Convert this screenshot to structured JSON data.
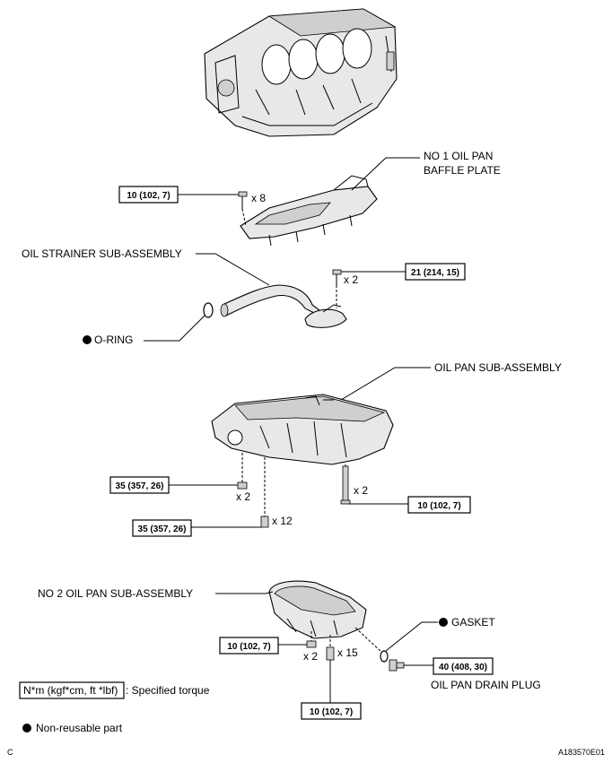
{
  "labels": {
    "baffle_plate_line1": "NO  1 OIL PAN",
    "baffle_plate_line2": "BAFFLE PLATE",
    "oil_strainer": "OIL STRAINER SUB-ASSEMBLY",
    "o_ring": "O-RING",
    "oil_pan": "OIL PAN SUB-ASSEMBLY",
    "no2_oil_pan": "NO  2 OIL PAN SUB-ASSEMBLY",
    "gasket": "GASKET",
    "drain_plug": "OIL PAN DRAIN PLUG"
  },
  "torques": {
    "baffle_bolt": "10 (102, 7)",
    "strainer_bolt": "21 (214, 15)",
    "oil_pan_nut": "35 (357, 26)",
    "oil_pan_bolt": "35 (357, 26)",
    "oil_pan_stud": "10 (102, 7)",
    "no2_nut": "10 (102, 7)",
    "no2_bolt": "10 (102, 7)",
    "drain_plug": "40 (408, 30)"
  },
  "quantities": {
    "baffle_bolt": "x 8",
    "strainer_bolt": "x 2",
    "oil_pan_nut": "x 2",
    "oil_pan_bolt": "x 12",
    "oil_pan_stud": "x 2",
    "no2_nut": "x 2",
    "no2_bolt": "x 15"
  },
  "legend": {
    "torque_unit": "N*m (kgf*cm, ft *lbf)",
    "torque_desc": ": Specified torque",
    "non_reusable": "Non-reusable part"
  },
  "corner": {
    "left": "C",
    "right": "A183570E01"
  }
}
